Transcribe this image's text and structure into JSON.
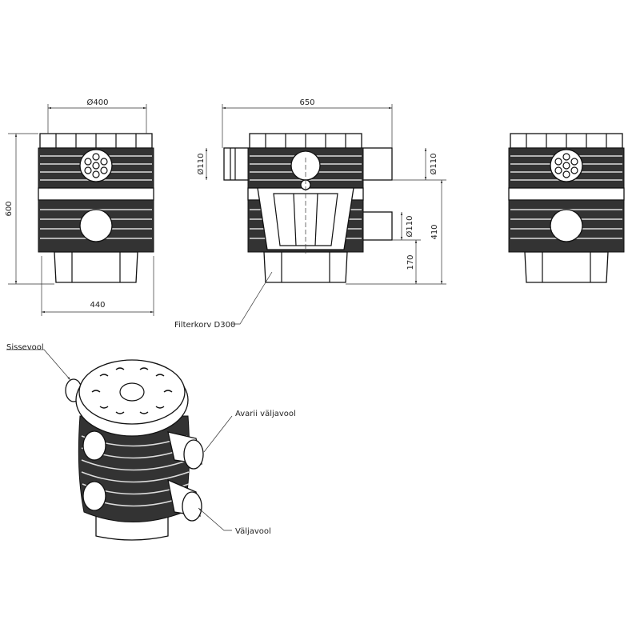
{
  "dimensions": {
    "front_diameter": "Ø400",
    "front_height": "600",
    "front_base_width": "440",
    "side_width": "650",
    "inlet_diameter": "Ø110",
    "overflow_outlet_diameter": "Ø110",
    "outlet_diameter": "Ø110",
    "outlet_height": "410",
    "base_height": "170"
  },
  "labels": {
    "filter_basket": "Filterkorv D300",
    "inlet": "Sissevool",
    "emergency_outlet": "Avarii väljavool",
    "outlet": "Väljavool"
  }
}
